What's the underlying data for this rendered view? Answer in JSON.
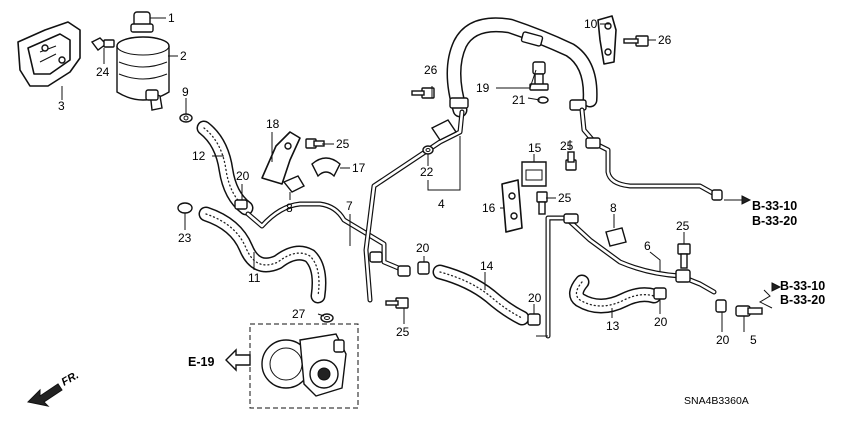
{
  "callouts": {
    "c1": "1",
    "c2": "2",
    "c3": "3",
    "c4": "4",
    "c5": "5",
    "c6": "6",
    "c7": "7",
    "c8a": "8",
    "c8b": "8",
    "c9": "9",
    "c10": "10",
    "c11": "11",
    "c12": "12",
    "c13": "13",
    "c14": "14",
    "c15": "15",
    "c16": "16",
    "c17": "17",
    "c18": "18",
    "c19": "19",
    "c20a": "20",
    "c20b": "20",
    "c20c": "20",
    "c20d": "20",
    "c20e": "20",
    "c21": "21",
    "c22": "22",
    "c23": "23",
    "c24": "24",
    "c25a": "25",
    "c25b": "25",
    "c25c": "25",
    "c25d": "25",
    "c25e": "25",
    "c26a": "26",
    "c26b": "26",
    "c27": "27"
  },
  "refs": {
    "b3310_upper": "B-33-10",
    "b3320_upper": "B-33-20",
    "b3310_lower": "B-33-10",
    "b3320_lower": "B-33-20",
    "e19": "E-19"
  },
  "direction_label": "FR.",
  "diagram_code": "SNA4B3360A"
}
